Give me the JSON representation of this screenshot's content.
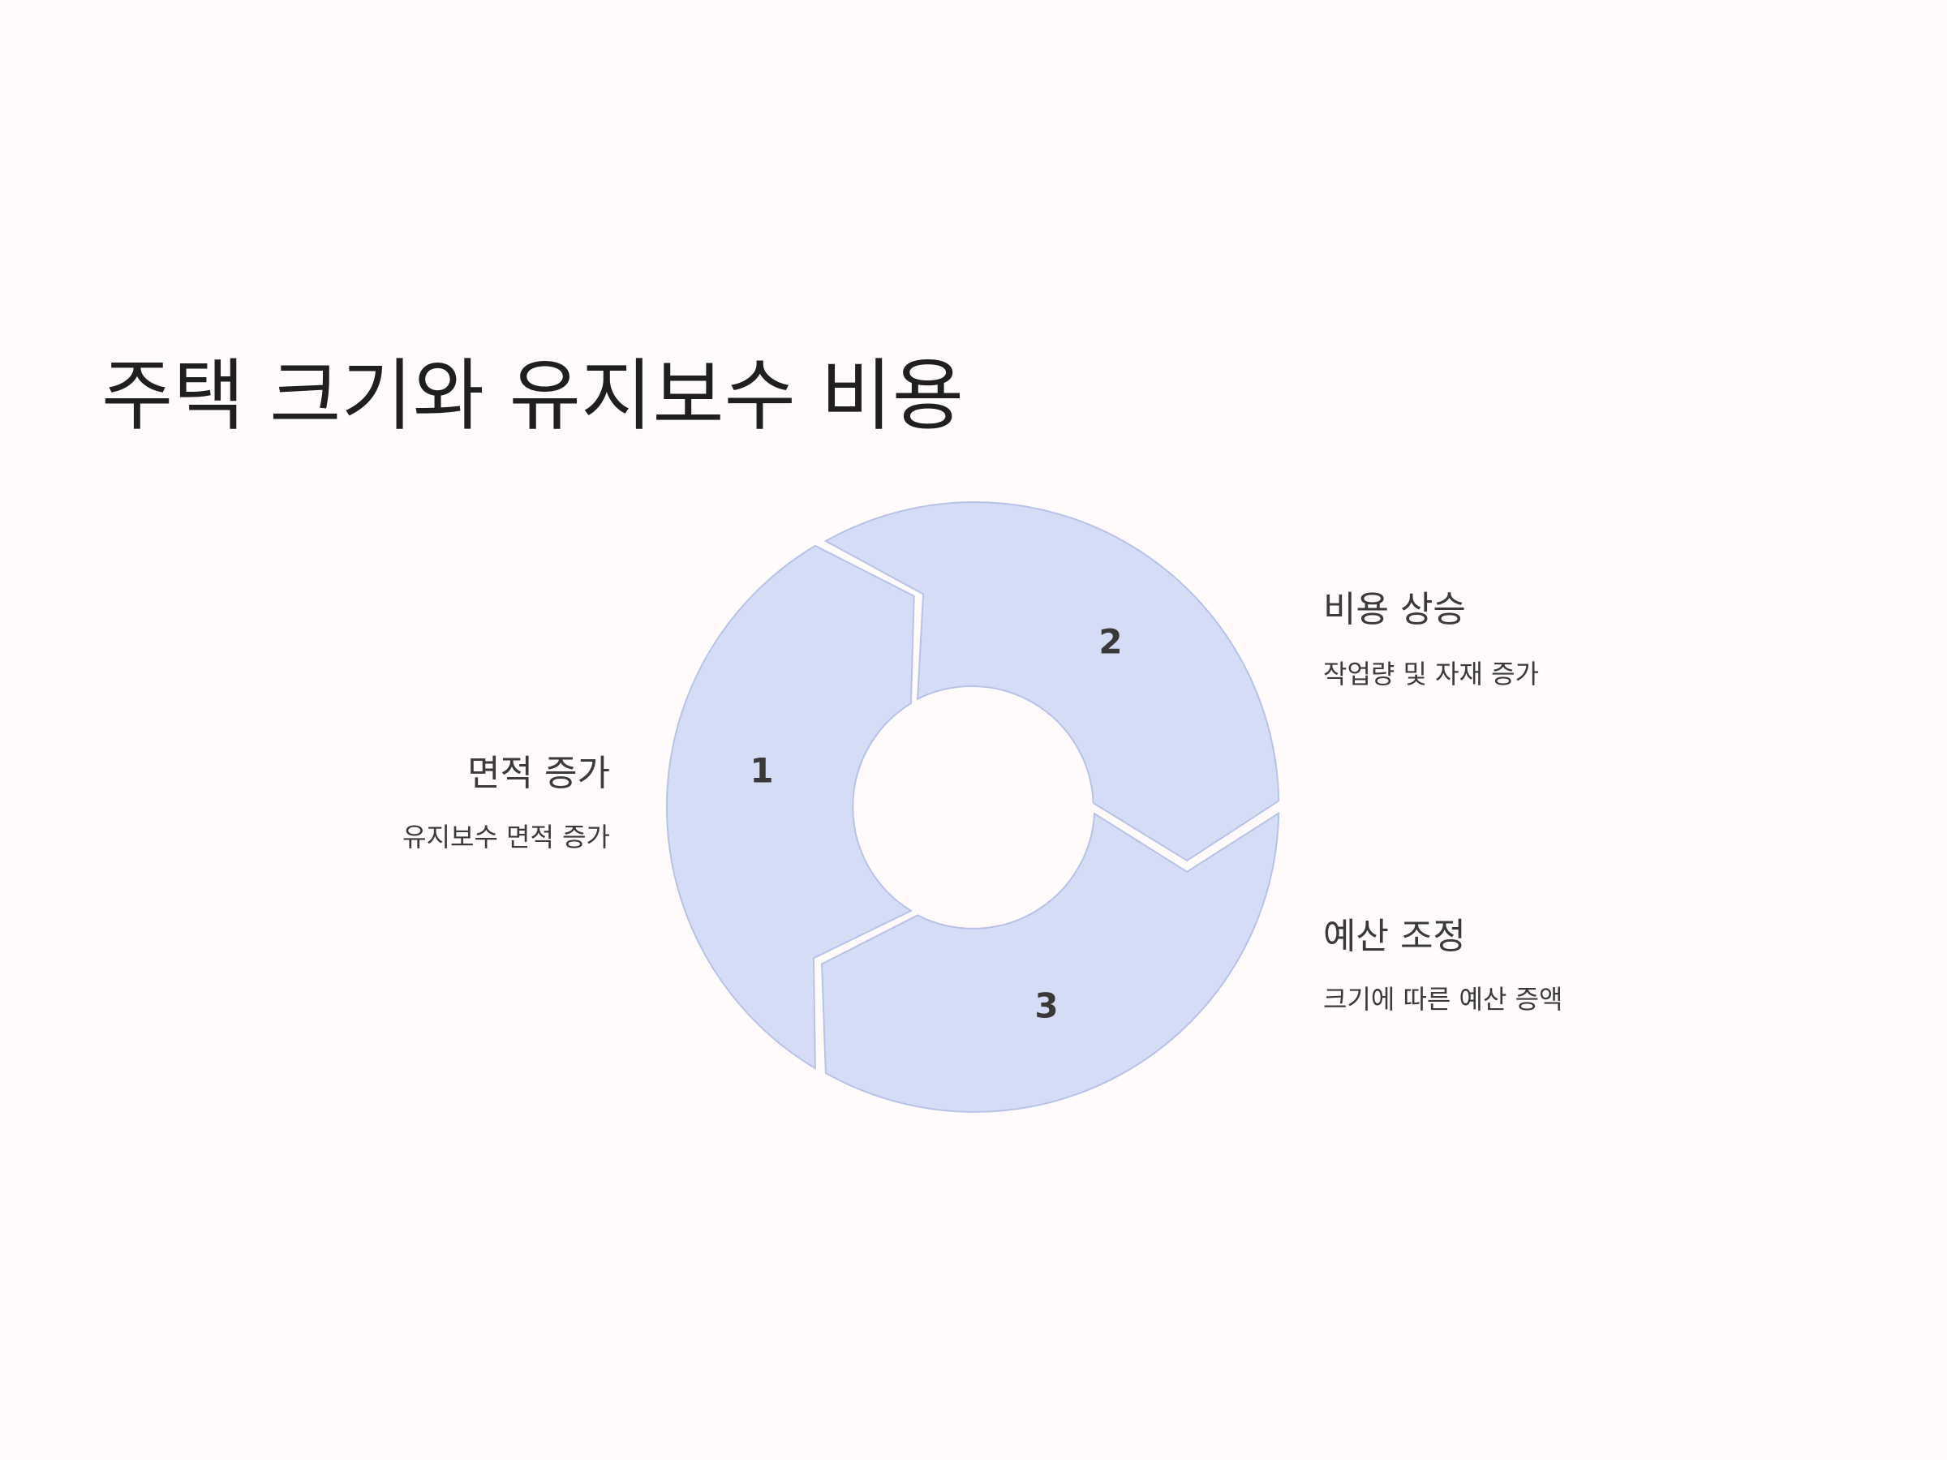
{
  "title": "주택 크기와 유지보수 비용",
  "colors": {
    "segment_fill": "#d5ddf6",
    "segment_stroke": "#b8c2e6",
    "number": "#3a3838",
    "background": "#fefbfa"
  },
  "steps": [
    {
      "number": "1",
      "title": "면적 증가",
      "description": "유지보수 면적 증가"
    },
    {
      "number": "2",
      "title": "비용 상승",
      "description": "작업량 및 자재 증가"
    },
    {
      "number": "3",
      "title": "예산 조정",
      "description": "크기에 따른 예산 증액"
    }
  ]
}
